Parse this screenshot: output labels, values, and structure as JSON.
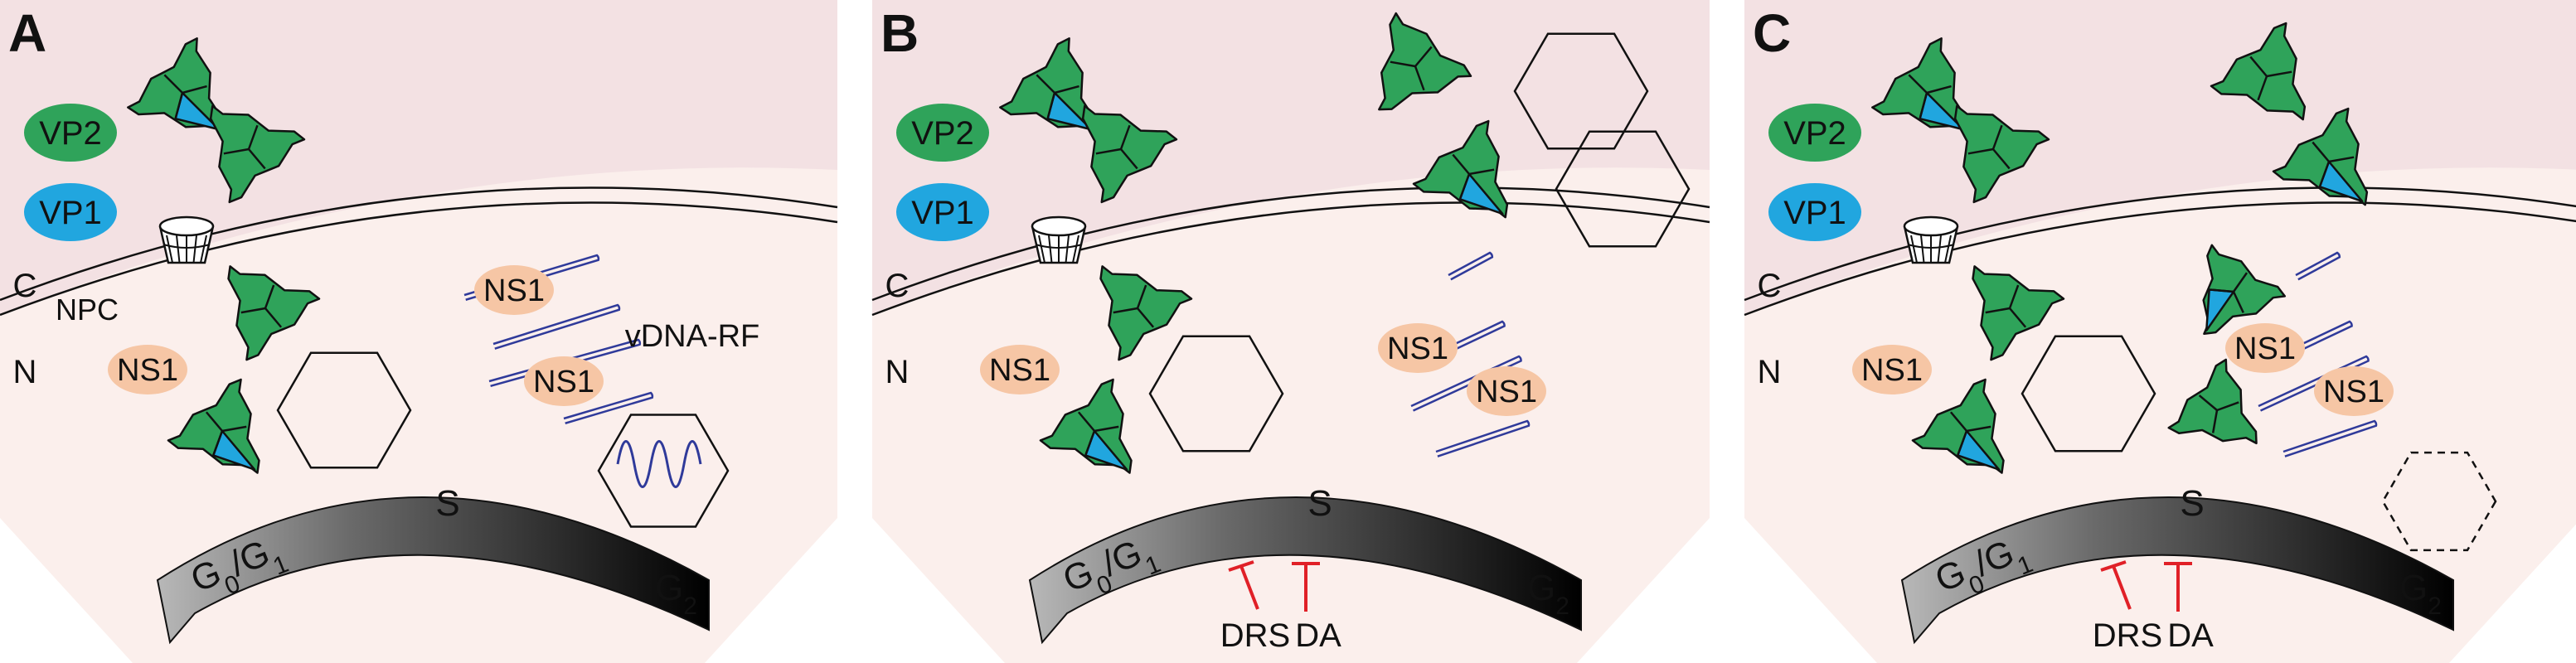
{
  "colors": {
    "cytoplasm": "#f3e1e3",
    "nucleus": "#fbefec",
    "vp2": "#2fa35a",
    "vp1": "#21a6df",
    "ns1": "#f6c6a5",
    "dna": "#2f3a9a",
    "inhibitor": "#e02027"
  },
  "labels": {
    "vp2": "VP2",
    "vp1": "VP1",
    "ns1": "NS1",
    "compartment_c": "C",
    "compartment_n": "N",
    "npc": "NPC",
    "vdna_rf": "vDNA-RF",
    "phase_g": "G",
    "phase_sub0": "0",
    "phase_slash": "/",
    "phase_sub1": "1",
    "phase_s": "S",
    "phase_sub2": "2",
    "drs": "DRS",
    "da": "DA"
  },
  "panels": [
    {
      "letter": "A",
      "inhibitors": false,
      "vdna_label": true,
      "hexagons": "nuclear",
      "packed": true
    },
    {
      "letter": "B",
      "inhibitors": true,
      "vdna_label": false,
      "hexagons": "cytoplasmic",
      "packed": false
    },
    {
      "letter": "C",
      "inhibitors": true,
      "vdna_label": false,
      "hexagons": "dashed",
      "packed": false
    }
  ]
}
